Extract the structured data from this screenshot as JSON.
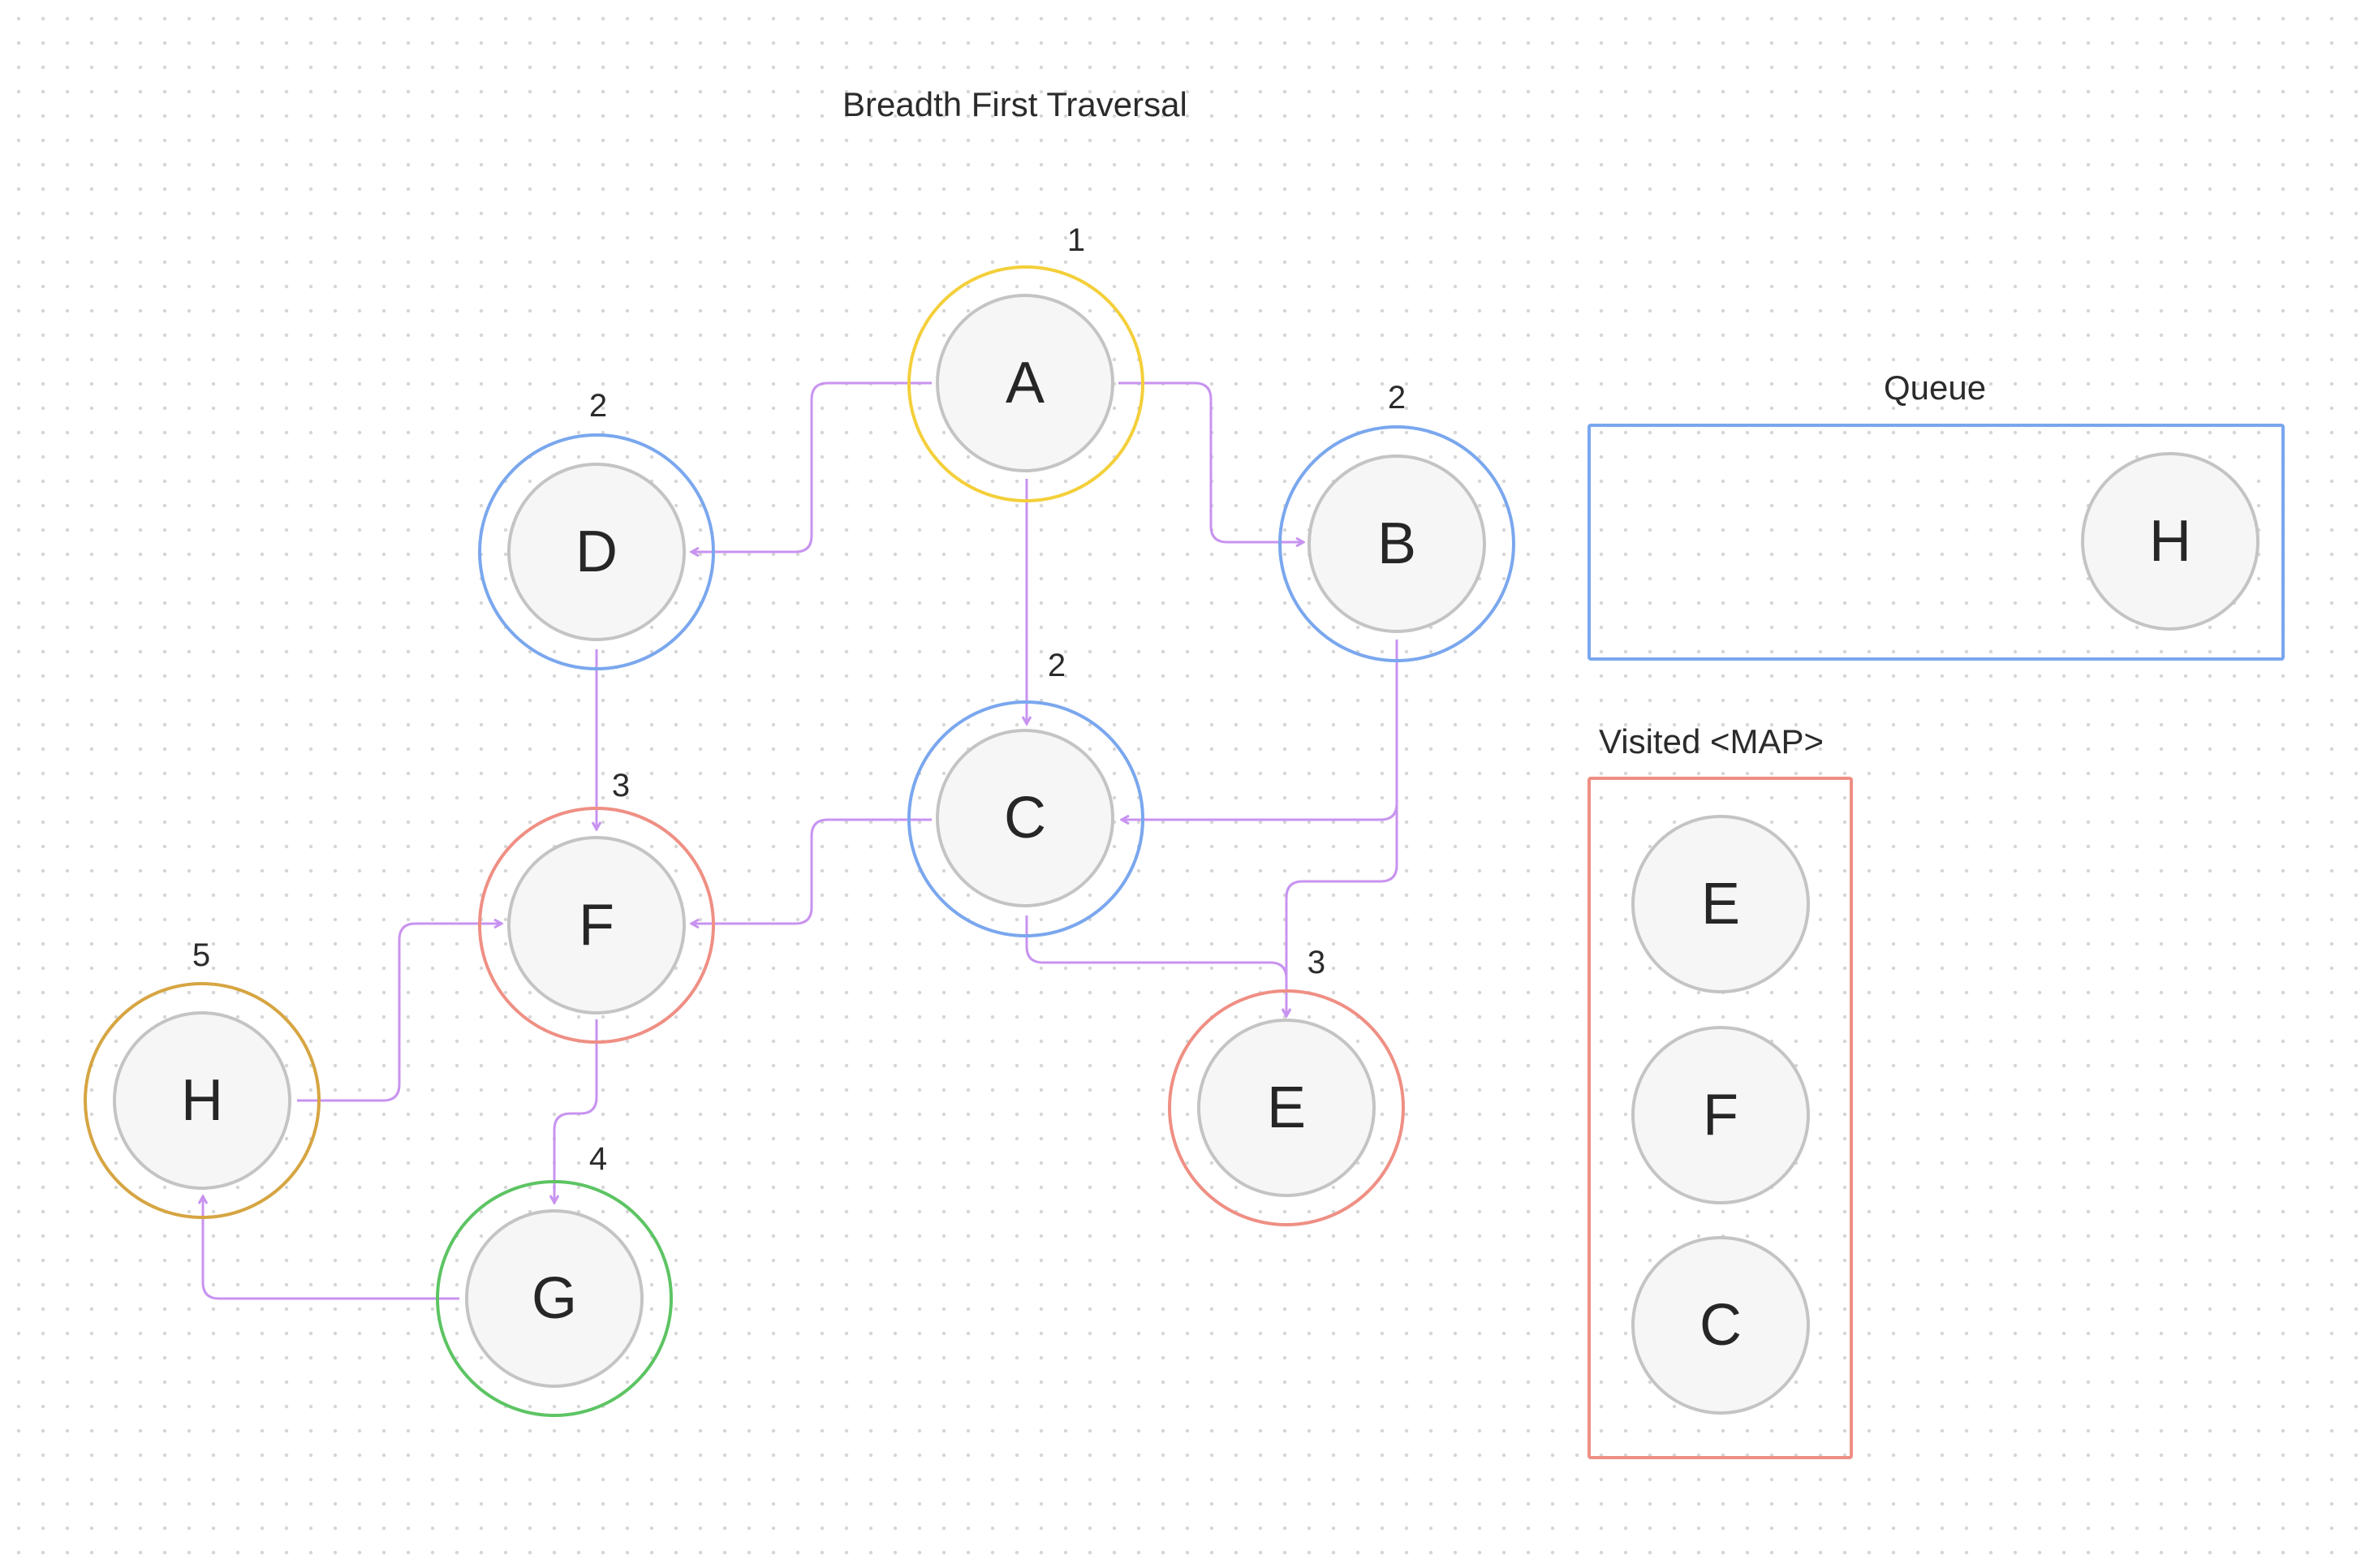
{
  "title": "Breadth First Traversal",
  "colors": {
    "edge": "#c893f0",
    "ring_start": "#f3cf3a",
    "ring_level2": "#7aa7ee",
    "ring_level3": "#ef8f84",
    "ring_level4": "#5dc463",
    "ring_level5": "#d6a542",
    "node_fill": "#f6f6f6",
    "node_border": "#c4c4c4",
    "queue_border": "#7aa7ee",
    "visited_border": "#ef8f84"
  },
  "graph": {
    "nodes": [
      {
        "id": "A",
        "label": "A",
        "order": "1"
      },
      {
        "id": "B",
        "label": "B",
        "order": "2"
      },
      {
        "id": "C",
        "label": "C",
        "order": "2"
      },
      {
        "id": "D",
        "label": "D",
        "order": "2"
      },
      {
        "id": "E",
        "label": "E",
        "order": "3"
      },
      {
        "id": "F",
        "label": "F",
        "order": "3"
      },
      {
        "id": "G",
        "label": "G",
        "order": "4"
      },
      {
        "id": "H",
        "label": "H",
        "order": "5"
      }
    ],
    "edges": [
      {
        "from": "A",
        "to": "D"
      },
      {
        "from": "A",
        "to": "B"
      },
      {
        "from": "A",
        "to": "C"
      },
      {
        "from": "B",
        "to": "C"
      },
      {
        "from": "B",
        "to": "E"
      },
      {
        "from": "C",
        "to": "F"
      },
      {
        "from": "C",
        "to": "E"
      },
      {
        "from": "D",
        "to": "F"
      },
      {
        "from": "F",
        "to": "G"
      },
      {
        "from": "G",
        "to": "H"
      },
      {
        "from": "H",
        "to": "F"
      }
    ]
  },
  "queue": {
    "label": "Queue",
    "items": [
      "H"
    ]
  },
  "visited": {
    "label": "Visited <MAP>",
    "items": [
      "E",
      "F",
      "C"
    ]
  }
}
